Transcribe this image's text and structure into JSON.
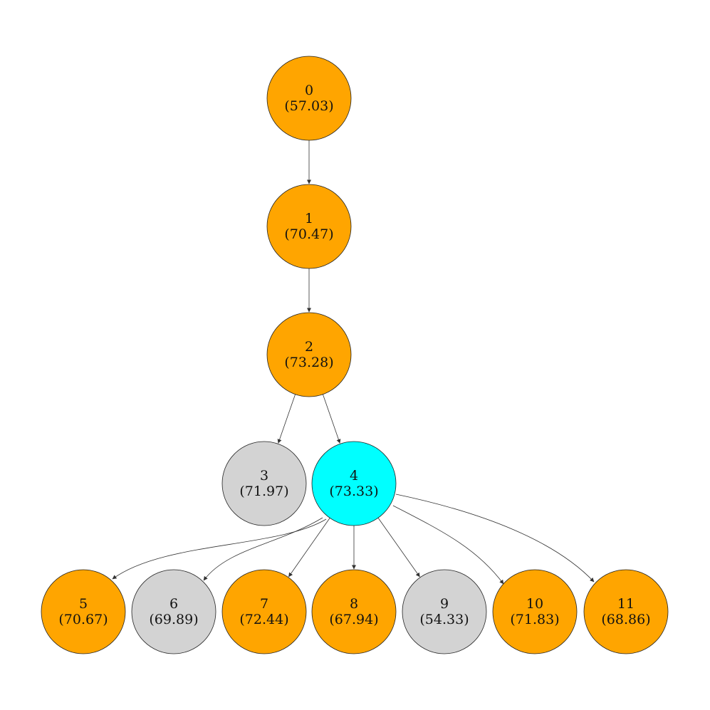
{
  "graph": {
    "colors": {
      "orange": "#FFA500",
      "gray": "#D3D3D3",
      "cyan": "#00FFFF"
    },
    "nodes": [
      {
        "id": "0",
        "value": "(57.03)",
        "color": "orange"
      },
      {
        "id": "1",
        "value": "(70.47)",
        "color": "orange"
      },
      {
        "id": "2",
        "value": "(73.28)",
        "color": "orange"
      },
      {
        "id": "3",
        "value": "(71.97)",
        "color": "gray"
      },
      {
        "id": "4",
        "value": "(73.33)",
        "color": "cyan"
      },
      {
        "id": "5",
        "value": "(70.67)",
        "color": "orange"
      },
      {
        "id": "6",
        "value": "(69.89)",
        "color": "gray"
      },
      {
        "id": "7",
        "value": "(72.44)",
        "color": "orange"
      },
      {
        "id": "8",
        "value": "(67.94)",
        "color": "orange"
      },
      {
        "id": "9",
        "value": "(54.33)",
        "color": "gray"
      },
      {
        "id": "10",
        "value": "(71.83)",
        "color": "orange"
      },
      {
        "id": "11",
        "value": "(68.86)",
        "color": "orange"
      }
    ],
    "edges": [
      {
        "from": "0",
        "to": "1"
      },
      {
        "from": "1",
        "to": "2"
      },
      {
        "from": "2",
        "to": "3"
      },
      {
        "from": "2",
        "to": "4"
      },
      {
        "from": "4",
        "to": "5"
      },
      {
        "from": "4",
        "to": "6"
      },
      {
        "from": "4",
        "to": "7"
      },
      {
        "from": "4",
        "to": "8"
      },
      {
        "from": "4",
        "to": "9"
      },
      {
        "from": "4",
        "to": "10"
      },
      {
        "from": "4",
        "to": "11"
      }
    ]
  }
}
